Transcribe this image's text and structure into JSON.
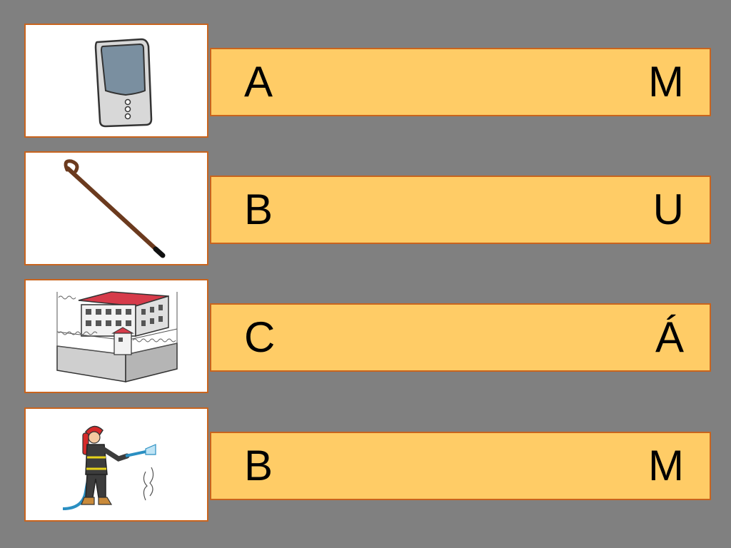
{
  "theme": {
    "background": "#808080",
    "bar_fill": "#ffcc66",
    "border": "#c8641e"
  },
  "rows": [
    {
      "picture": "pda-device-icon",
      "first": "A",
      "last": "M"
    },
    {
      "picture": "walking-cane-icon",
      "first": "B",
      "last": "U"
    },
    {
      "picture": "prison-building-icon",
      "first": "C",
      "last": "Á"
    },
    {
      "picture": "firefighter-icon",
      "first": "B",
      "last": "M"
    }
  ]
}
